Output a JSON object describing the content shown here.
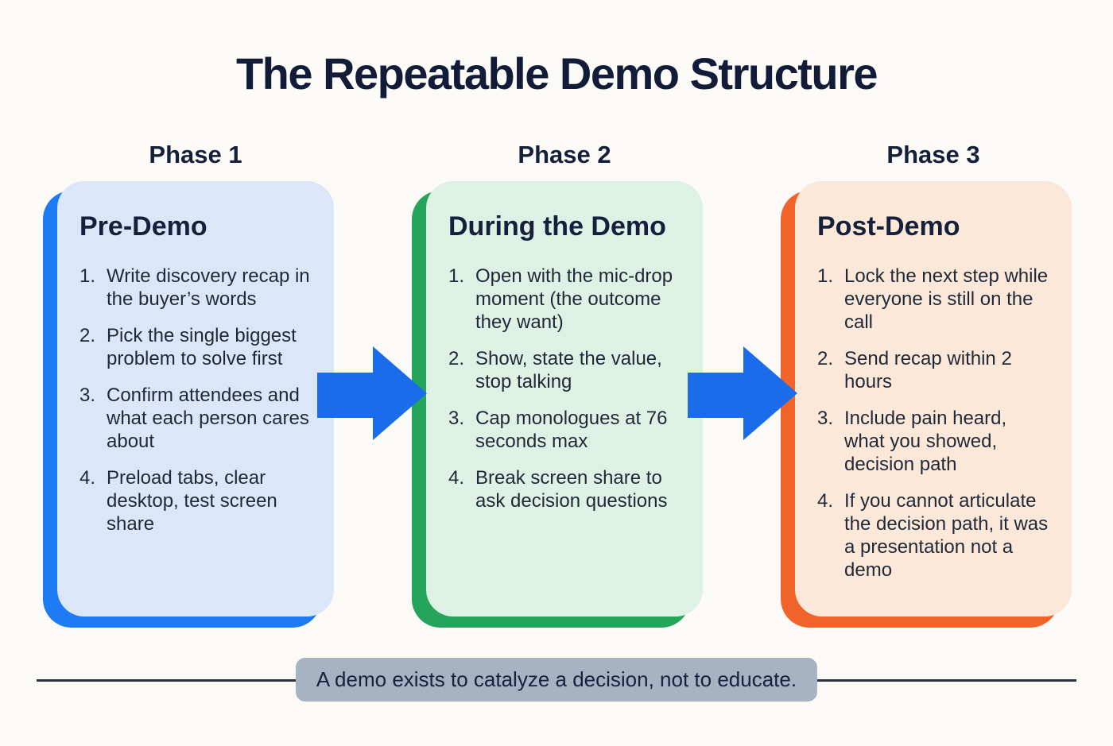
{
  "title": "The Repeatable Demo Structure",
  "arrow": {
    "color": "#1a6ceb"
  },
  "footer": {
    "quote": "A demo exists to catalyze a decision, not to educate.",
    "box_color": "#a7b2c2",
    "line_color": "#29323f"
  },
  "colors": {
    "background": "#fbfaf6",
    "title_text": "#121c38",
    "body_text": "#1f2837"
  },
  "phases": [
    {
      "label": "Phase 1",
      "heading": "Pre-Demo",
      "accent_color": "#1c7bf2",
      "fill_color": "#dbe7f8",
      "items": [
        {
          "num": "1.",
          "text": "Write discovery recap in the buyer’s words"
        },
        {
          "num": "2.",
          "text": "Pick the single biggest problem to solve first"
        },
        {
          "num": "3.",
          "text": "Confirm attendees and what each person cares about"
        },
        {
          "num": "4.",
          "text": "Preload tabs, clear desktop, test screen share"
        }
      ]
    },
    {
      "label": "Phase 2",
      "heading": "During the Demo",
      "accent_color": "#25a55b",
      "fill_color": "#ddf2e4",
      "items": [
        {
          "num": "1.",
          "text": "Open with the mic-drop moment (the outcome they want)"
        },
        {
          "num": "2.",
          "text": "Show, state the value, stop talking"
        },
        {
          "num": "3.",
          "text": "Cap monologues at 76 seconds max"
        },
        {
          "num": "4.",
          "text": "Break screen share to ask decision questions"
        }
      ]
    },
    {
      "label": "Phase 3",
      "heading": "Post-Demo",
      "accent_color": "#f0642a",
      "fill_color": "#fce8d9",
      "items": [
        {
          "num": "1.",
          "text": "Lock the next step while everyone is still on the call"
        },
        {
          "num": "2.",
          "text": "Send recap within 2 hours"
        },
        {
          "num": "3.",
          "text": "Include pain heard, what you showed, decision path"
        },
        {
          "num": "4.",
          "text": "If you cannot articulate the decision path, it was a presentation not a demo"
        }
      ]
    }
  ]
}
